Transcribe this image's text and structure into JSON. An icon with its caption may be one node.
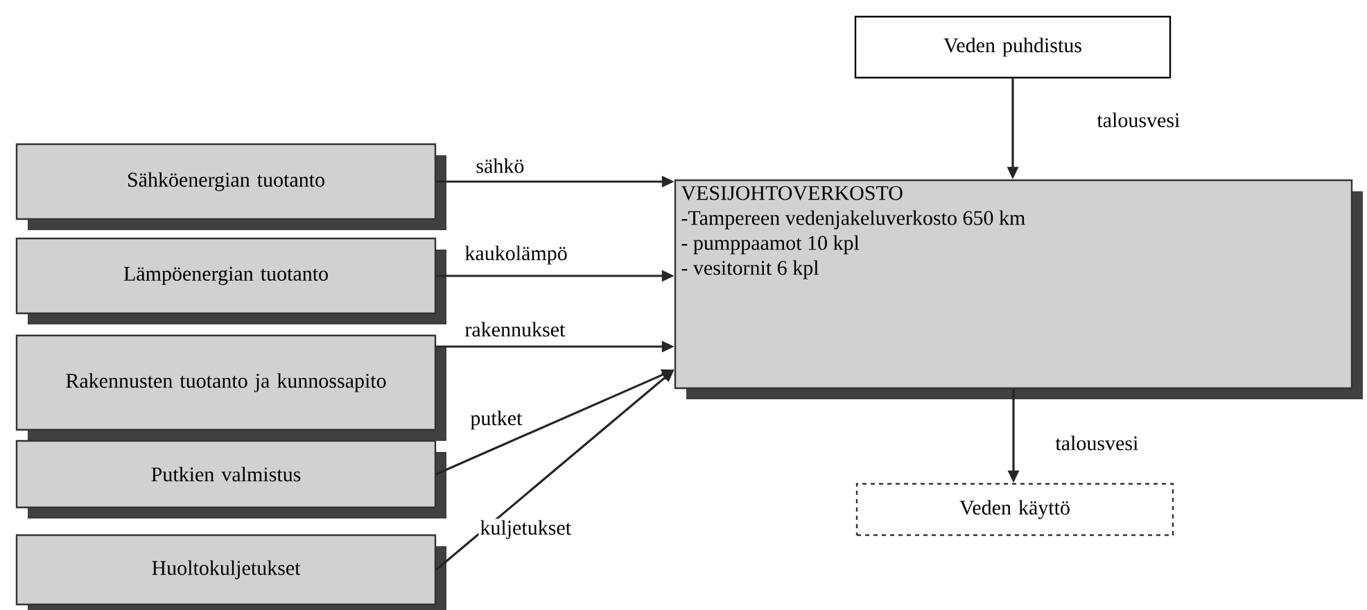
{
  "diagram": {
    "nodes": [
      {
        "text": [
          "Veden puhdistus"
        ]
      },
      {
        "text": [
          "VESIJOHTOVERKOSTO",
          "-Tampereen vedenjakeluverkosto 650 km",
          "- pumppaamot 10 kpl",
          "- vesitornit 6 kpl"
        ]
      },
      {
        "text": [
          "Sähköenergian tuotanto"
        ]
      },
      {
        "text": [
          "Lämpöenergian tuotanto"
        ]
      },
      {
        "text": [
          "Rakennusten tuotanto ja kunnossapito"
        ]
      },
      {
        "text": [
          "Putkien valmistus"
        ]
      },
      {
        "text": [
          "Huoltokuljetukset"
        ]
      },
      {
        "text": [
          "Veden käyttö"
        ]
      }
    ],
    "edges": [
      {
        "from": 0,
        "to": 1,
        "arrow": "to",
        "label": "talousvesi"
      },
      {
        "from": 2,
        "to": 1,
        "arrow": "to",
        "label": "sähkö"
      },
      {
        "from": 3,
        "to": 1,
        "arrow": "to",
        "label": "kaukolämpö"
      },
      {
        "from": 4,
        "to": 1,
        "arrow": "to",
        "label": "rakennukset"
      },
      {
        "from": 5,
        "to": 1,
        "arrow": "to",
        "label": "putket"
      },
      {
        "from": 6,
        "to": 1,
        "arrow": "to",
        "label": "kuljetukset"
      },
      {
        "from": 1,
        "to": 7,
        "arrow": "to",
        "label": "talousvesi"
      }
    ]
  }
}
